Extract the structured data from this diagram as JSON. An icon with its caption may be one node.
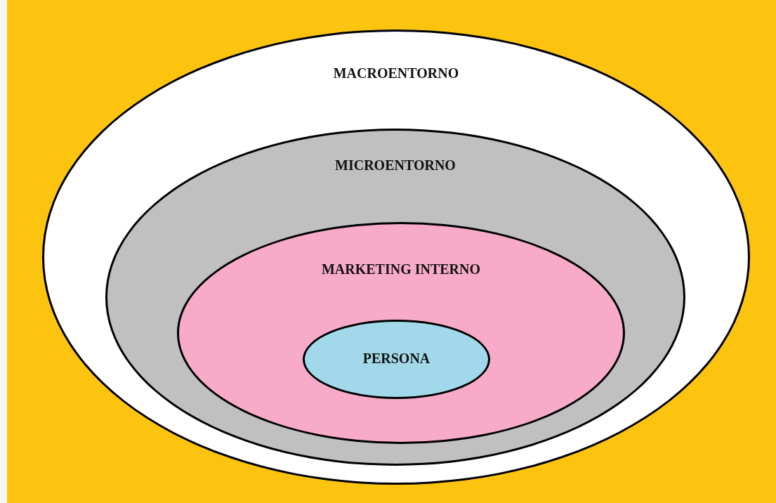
{
  "diagram": {
    "nodes": [
      {
        "text": [
          "MACROENTORNO"
        ]
      },
      {
        "text": [
          "MICROENTORNO"
        ],
        "in": 0
      },
      {
        "text": [
          "MARKETING INTERNO"
        ],
        "in": 1
      },
      {
        "text": [
          "PERSONA"
        ],
        "in": 2
      }
    ]
  }
}
